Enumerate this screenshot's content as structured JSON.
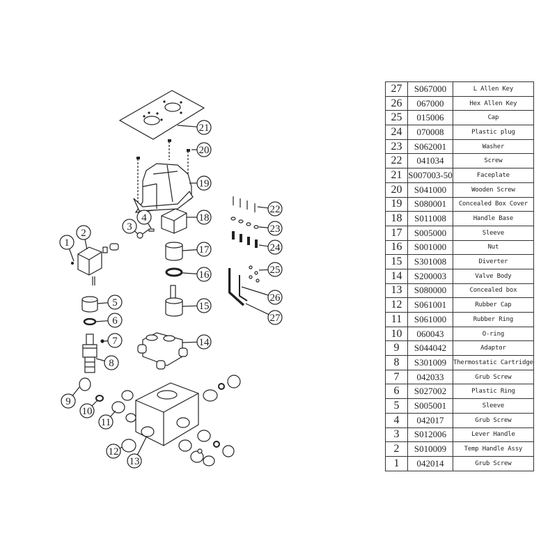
{
  "parts_table": [
    {
      "no": "27",
      "code": "S067000",
      "desc": "L Allen Key"
    },
    {
      "no": "26",
      "code": "067000",
      "desc": "Hex Allen Key"
    },
    {
      "no": "25",
      "code": "015006",
      "desc": "Cap"
    },
    {
      "no": "24",
      "code": "070008",
      "desc": "Plastic plug"
    },
    {
      "no": "23",
      "code": "S062001",
      "desc": "Washer"
    },
    {
      "no": "22",
      "code": "041034",
      "desc": "Screw"
    },
    {
      "no": "21",
      "code": "S007003-50",
      "desc": "Faceplate"
    },
    {
      "no": "20",
      "code": "S041000",
      "desc": "Wooden Screw"
    },
    {
      "no": "19",
      "code": "S080001",
      "desc": "Concealed Box Cover"
    },
    {
      "no": "18",
      "code": "S011008",
      "desc": "Handle Base"
    },
    {
      "no": "17",
      "code": "S005000",
      "desc": "Sleeve"
    },
    {
      "no": "16",
      "code": "S001000",
      "desc": "Nut"
    },
    {
      "no": "15",
      "code": "S301008",
      "desc": "Diverter"
    },
    {
      "no": "14",
      "code": "S200003",
      "desc": "Valve Body"
    },
    {
      "no": "13",
      "code": "S080000",
      "desc": "Concealed box"
    },
    {
      "no": "12",
      "code": "S061001",
      "desc": "Rubber Cap"
    },
    {
      "no": "11",
      "code": "S061000",
      "desc": "Rubber Ring"
    },
    {
      "no": "10",
      "code": "060043",
      "desc": "O-ring"
    },
    {
      "no": "9",
      "code": "S044042",
      "desc": "Adaptor"
    },
    {
      "no": "8",
      "code": "S301009",
      "desc": "Thermostatic Cartridge"
    },
    {
      "no": "7",
      "code": "042033",
      "desc": "Grub Screw"
    },
    {
      "no": "6",
      "code": "S027002",
      "desc": "Plastic Ring"
    },
    {
      "no": "5",
      "code": "S005001",
      "desc": "Sleeve"
    },
    {
      "no": "4",
      "code": "042017",
      "desc": "Grub Screw"
    },
    {
      "no": "3",
      "code": "S012006",
      "desc": "Lever Handle"
    },
    {
      "no": "2",
      "code": "S010009",
      "desc": "Temp Handle Assy"
    },
    {
      "no": "1",
      "code": "042014",
      "desc": "Grub Screw"
    }
  ],
  "callouts": [
    "21",
    "20",
    "19",
    "18",
    "4",
    "3",
    "2",
    "1",
    "17",
    "16",
    "15",
    "5",
    "6",
    "7",
    "8",
    "14",
    "22",
    "23",
    "24",
    "25",
    "26",
    "27",
    "9",
    "10",
    "11",
    "12",
    "13"
  ]
}
